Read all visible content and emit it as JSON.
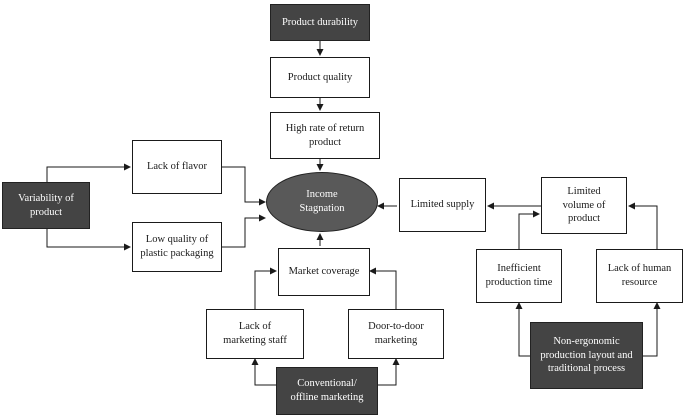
{
  "nodes": {
    "product_durability": "Product durability",
    "product_quality": "Product quality",
    "high_rate_return": "High rate of return\nproduct",
    "lack_of_flavor": "Lack of flavor",
    "variability": "Variability of\nproduct",
    "low_quality_packaging": "Low quality of\nplastic packaging",
    "income_stagnation": "Income\nStagnation",
    "limited_supply": "Limited supply",
    "limited_volume": "Limited\nvolume of\nproduct",
    "market_coverage": "Market coverage",
    "inefficient_time": "Inefficient\nproduction time",
    "lack_human_resource": "Lack of human\nresource",
    "lack_marketing_staff": "Lack of\nmarketing staff",
    "door_to_door": "Door-to-door\nmarketing",
    "non_ergonomic": "Non-ergonomic\nproduction layout and\ntraditional process",
    "conventional_offline": "Conventional/\noffline marketing"
  },
  "colors": {
    "dark_node": "#444444",
    "central_node": "#595959",
    "line": "#1a1a1a"
  }
}
